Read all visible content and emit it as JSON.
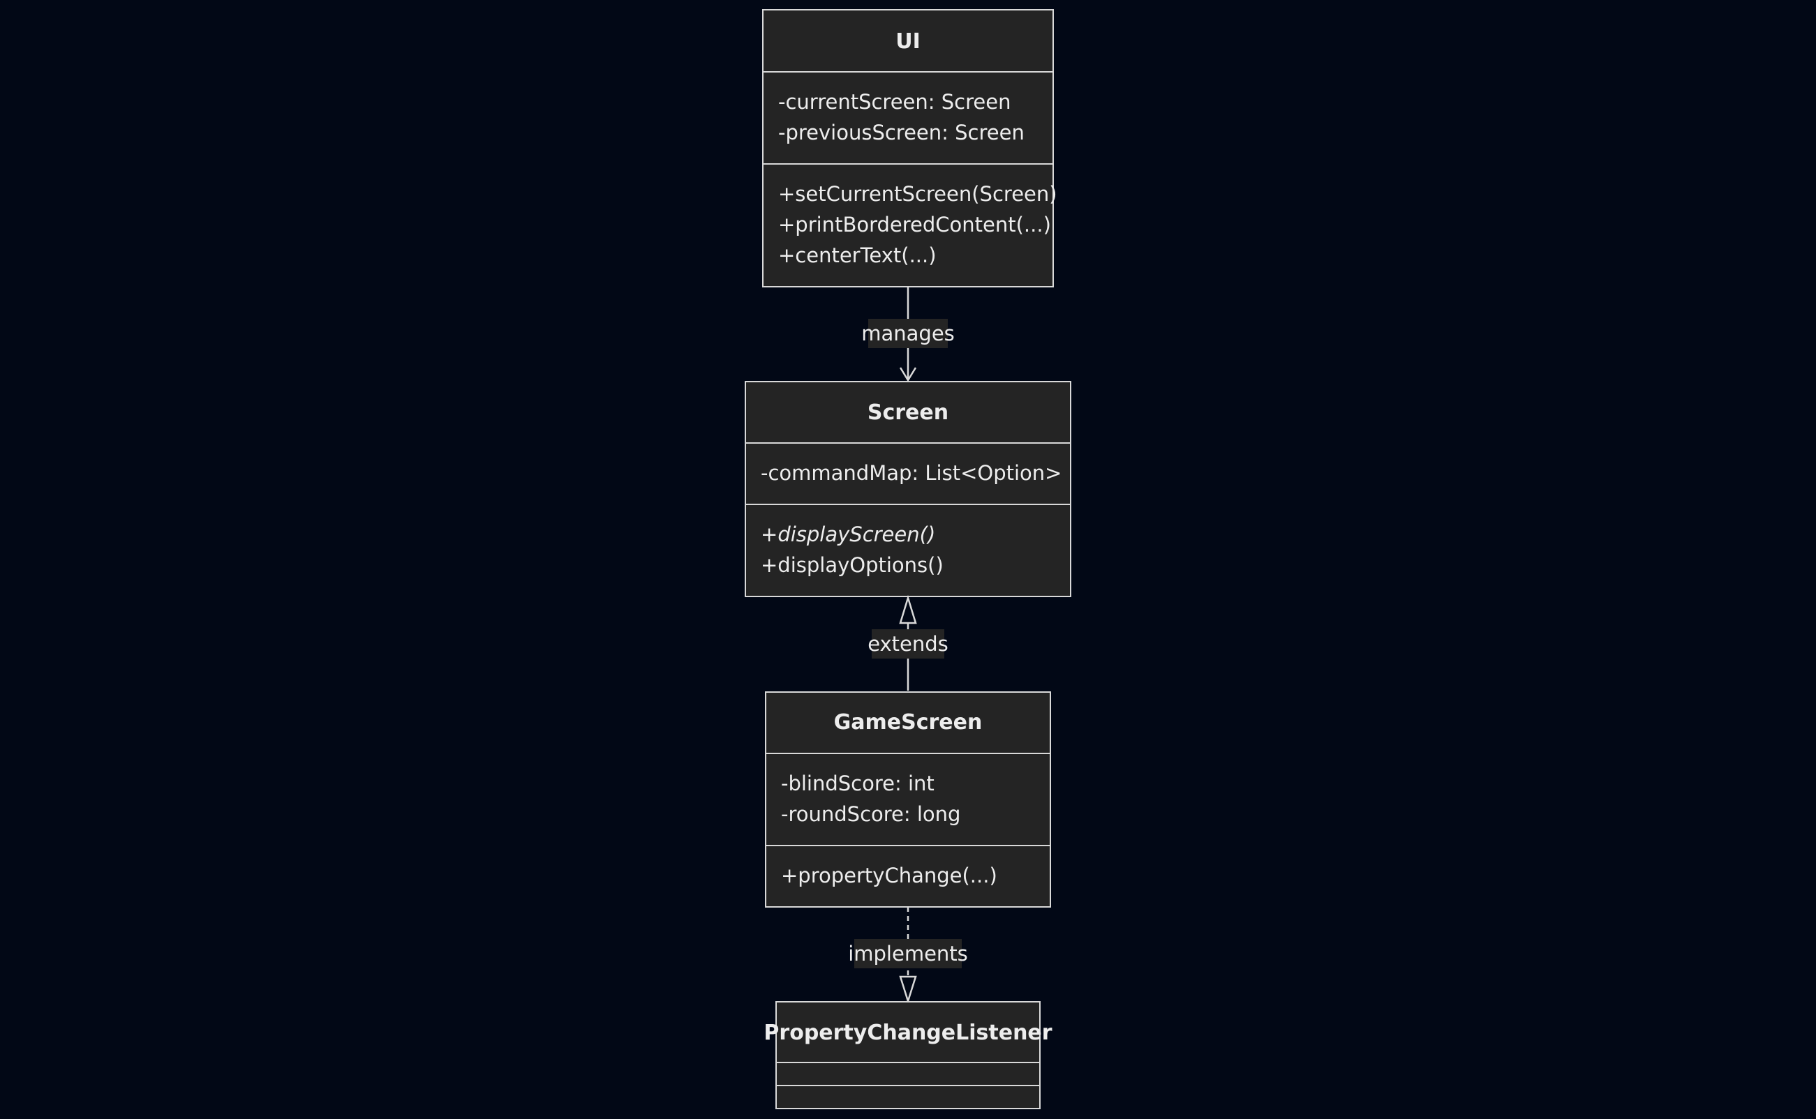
{
  "classes": {
    "ui": {
      "name": "UI",
      "attributes": [
        "-currentScreen: Screen",
        "-previousScreen: Screen"
      ],
      "methods": [
        "+setCurrentScreen(Screen)",
        "+printBorderedContent(...)",
        "+centerText(...)"
      ]
    },
    "screen": {
      "name": "Screen",
      "attributes": [
        "-commandMap: List<Option>"
      ],
      "methods_prefix": "+",
      "abstract_method": "displayScreen()",
      "methods": [
        "+displayOptions()"
      ]
    },
    "game_screen": {
      "name": "GameScreen",
      "attributes": [
        "-blindScore: int",
        "-roundScore: long"
      ],
      "methods": [
        "+propertyChange(...)"
      ]
    },
    "property_change_listener": {
      "name": "PropertyChangeListener",
      "attributes": [],
      "methods": []
    }
  },
  "relations": {
    "manages": "manages",
    "extends": "extends",
    "implements": "implements"
  },
  "colors": {
    "background": "#020816",
    "box_fill": "#242424",
    "stroke": "#d9d9d9",
    "text": "#ededed"
  }
}
